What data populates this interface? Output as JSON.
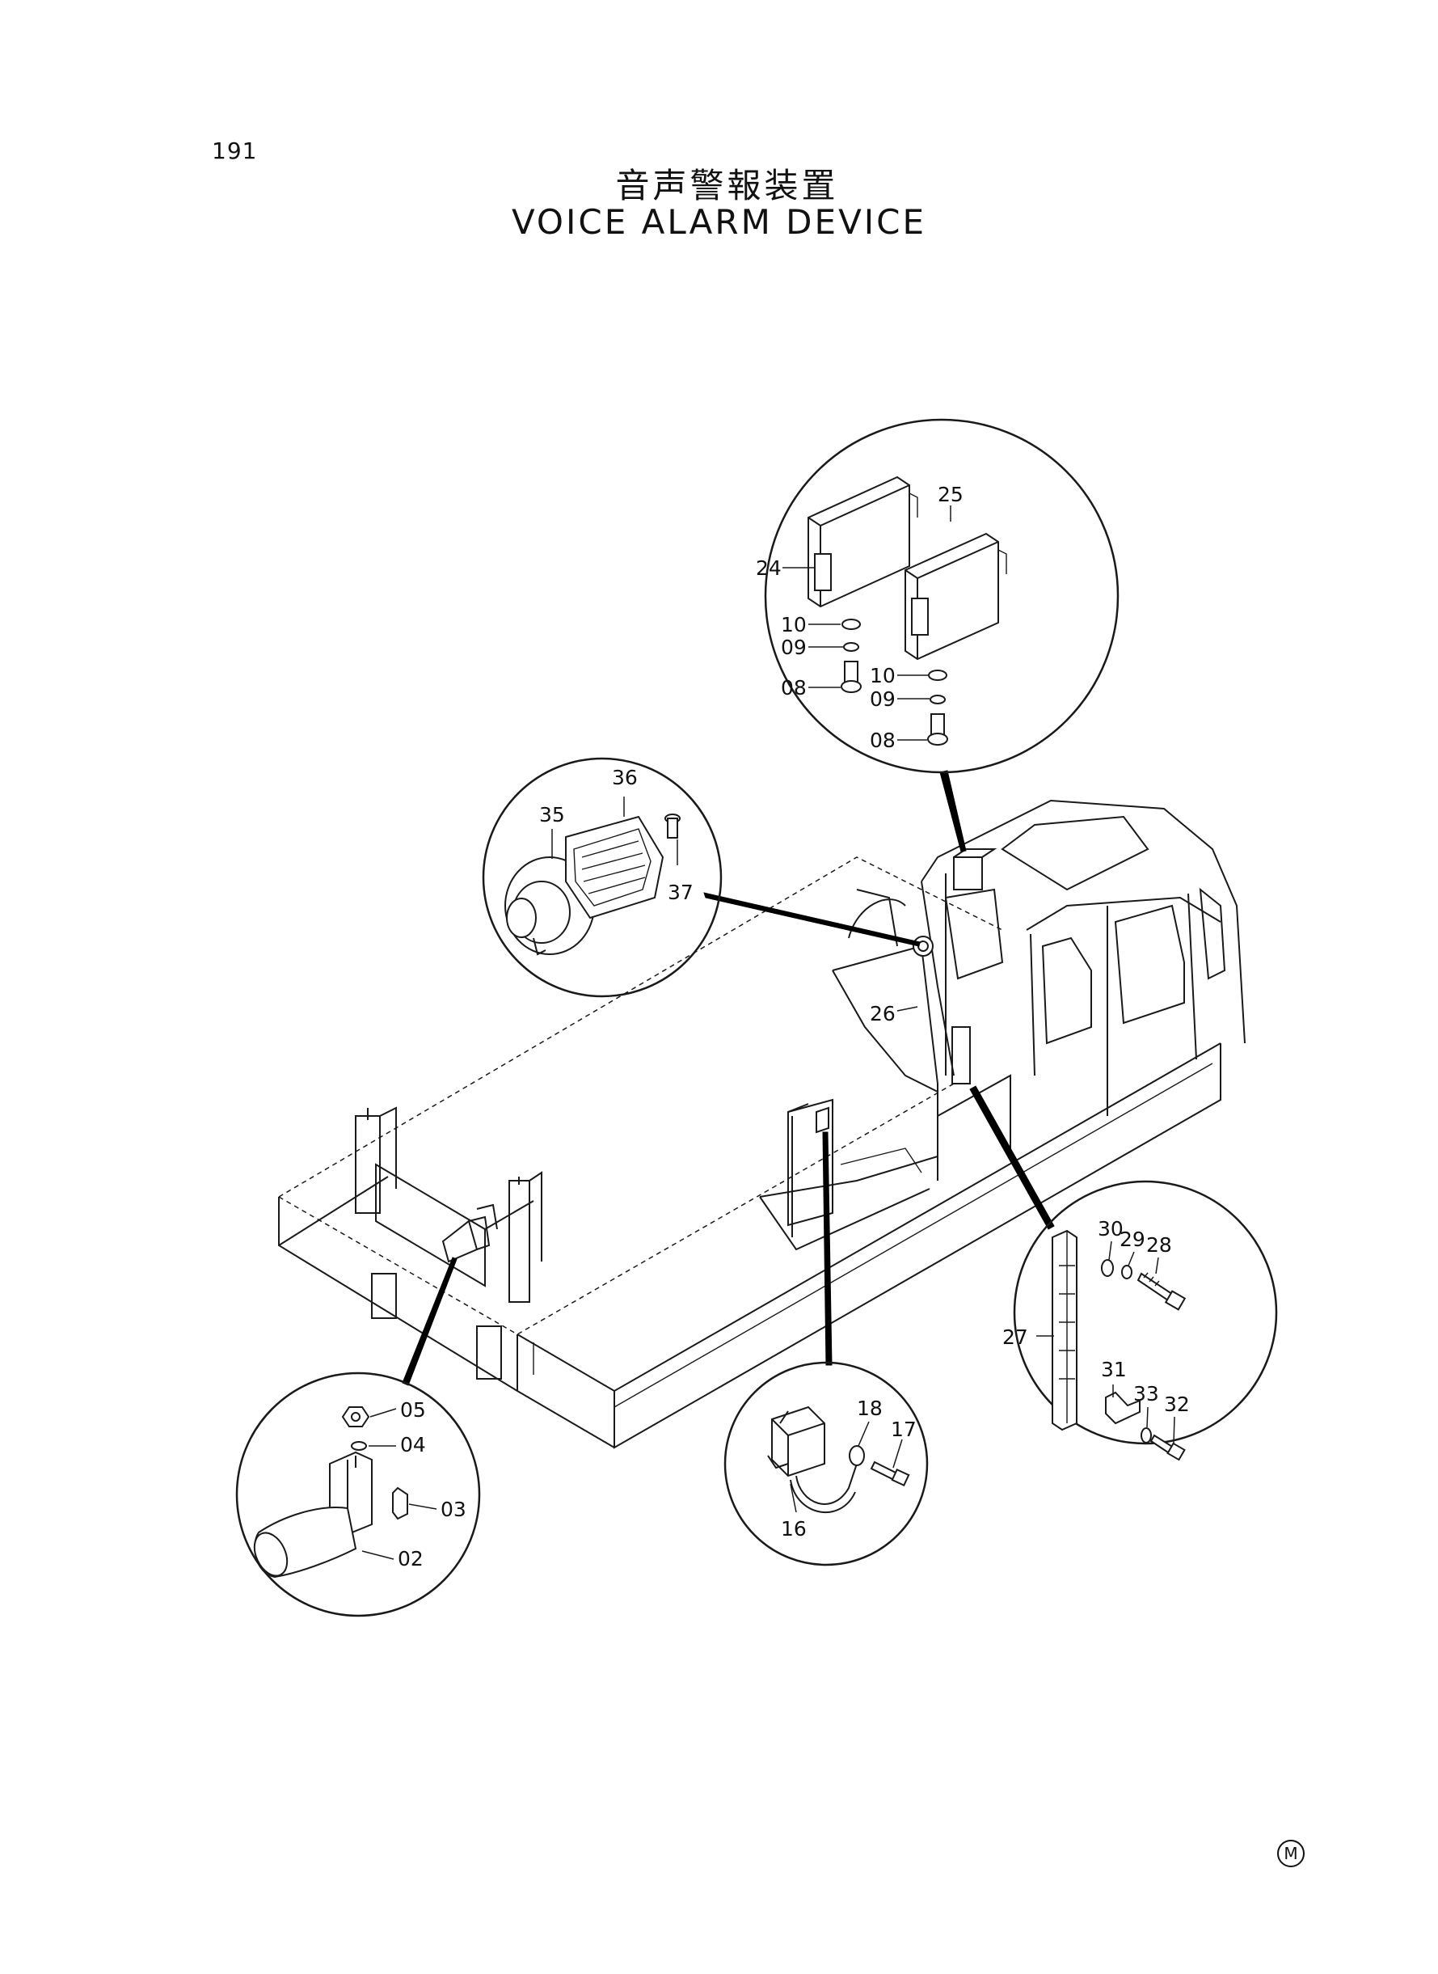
{
  "page_number": "191",
  "title_jp": "音声警報装置",
  "title_en": "VOICE  ALARM  DEVICE",
  "model_mark": "M",
  "part_labels": [
    "24",
    "25",
    "10",
    "09",
    "08",
    "10",
    "09",
    "08",
    "36",
    "35",
    "37",
    "26",
    "30",
    "29",
    "28",
    "27",
    "31",
    "33",
    "32",
    "18",
    "17",
    "16",
    "05",
    "04",
    "03",
    "02"
  ]
}
